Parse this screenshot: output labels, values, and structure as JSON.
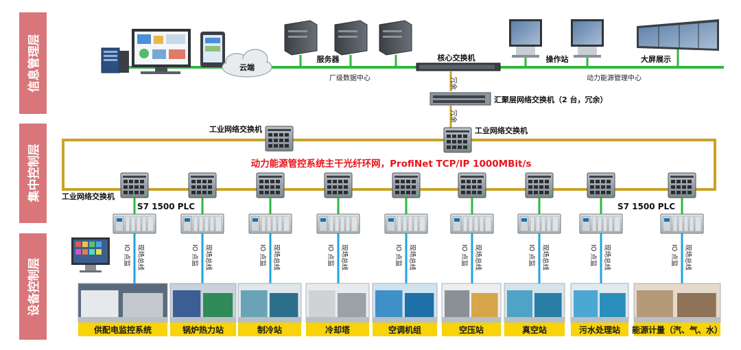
{
  "layers": {
    "info": "信息管理层",
    "central": "集中控制层",
    "device": "设备控制层"
  },
  "top": {
    "cloud": "云端",
    "servers": "服务器",
    "datacenter": "厂级数据中心",
    "core_switch": "核心交换机",
    "operator": "操作站",
    "bigscreen": "大屏展示",
    "energy_center": "动力能源管理中心",
    "redundant": "冗余",
    "agg_switch": "汇聚层网络交换机（2 台，冗余）"
  },
  "ring": {
    "switch_label": "工业网络交换机",
    "title": "动力能源管控系统主干光纤环网，ProfiNet  TCP/IP 1000MBit/s",
    "plc_label": "S7 1500 PLC"
  },
  "bus": {
    "io": "IO 点监",
    "field": "现场总线"
  },
  "stations": [
    "供配电监控系统",
    "锅炉热力站",
    "制冷站",
    "冷却塔",
    "空调机组",
    "空压站",
    "真空站",
    "污水处理站",
    "能源计量（汽、气、水）"
  ],
  "colors": {
    "green": "#2db83d",
    "ring": "#c9a227",
    "fieldbus": "#1fa3e0",
    "sidebar": "#d9767a",
    "station_bar": "#f7d307",
    "title_red": "#e8141b"
  }
}
